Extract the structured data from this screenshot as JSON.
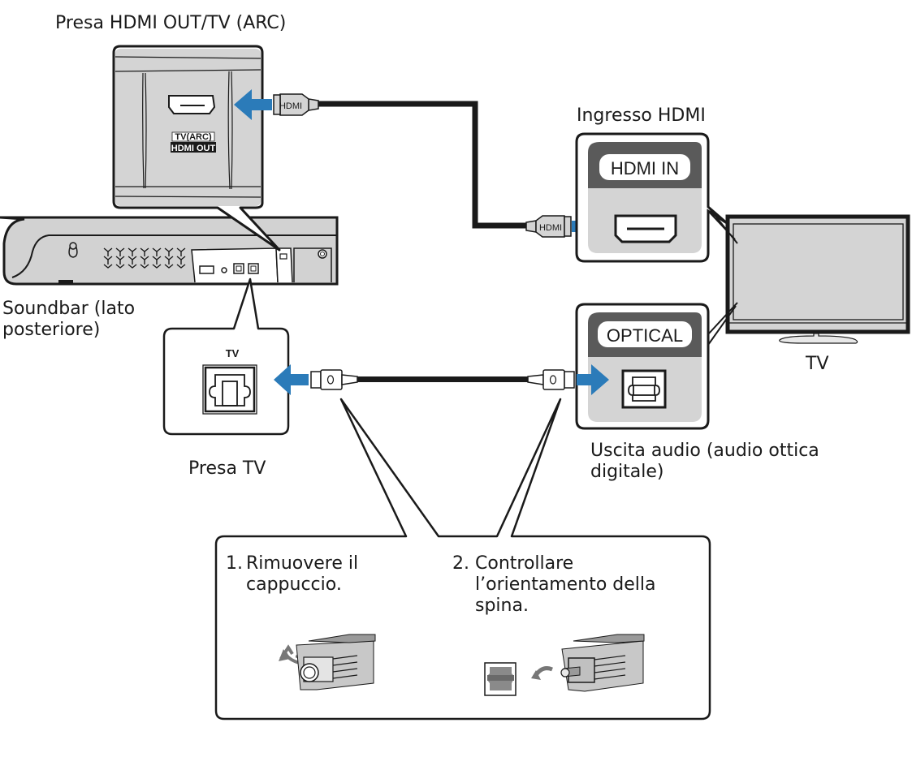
{
  "labels": {
    "hdmi_out_jack": "Presa HDMI OUT/TV (ARC)",
    "hdmi_input": "Ingresso HDMI",
    "soundbar_line1": "Soundbar (lato",
    "soundbar_line2": "posteriore)",
    "tv": "TV",
    "tv_jack": "Presa TV",
    "audio_out_line1": "Uscita audio (audio ottica",
    "audio_out_line2": "digitale)"
  },
  "port_labels": {
    "soundbar_panel_line1": "TV(ARC)",
    "soundbar_panel_line2": "HDMI OUT",
    "hdmi_in": "HDMI IN",
    "optical": "OPTICAL",
    "tv_optical": "TV",
    "hdmi_plug": "HDMI"
  },
  "steps": [
    {
      "number": "1.",
      "line1": "Rimuovere il",
      "line2": "cappuccio.",
      "line3": ""
    },
    {
      "number": "2.",
      "line1": "Controllare",
      "line2": "l’orientamento della",
      "line3": "spina."
    }
  ],
  "colors": {
    "arrow_blue": "#2b7bb9",
    "panel_gray": "#d4d4d4",
    "header_gray": "#5a5a5a",
    "outline": "#1a1a1a"
  }
}
